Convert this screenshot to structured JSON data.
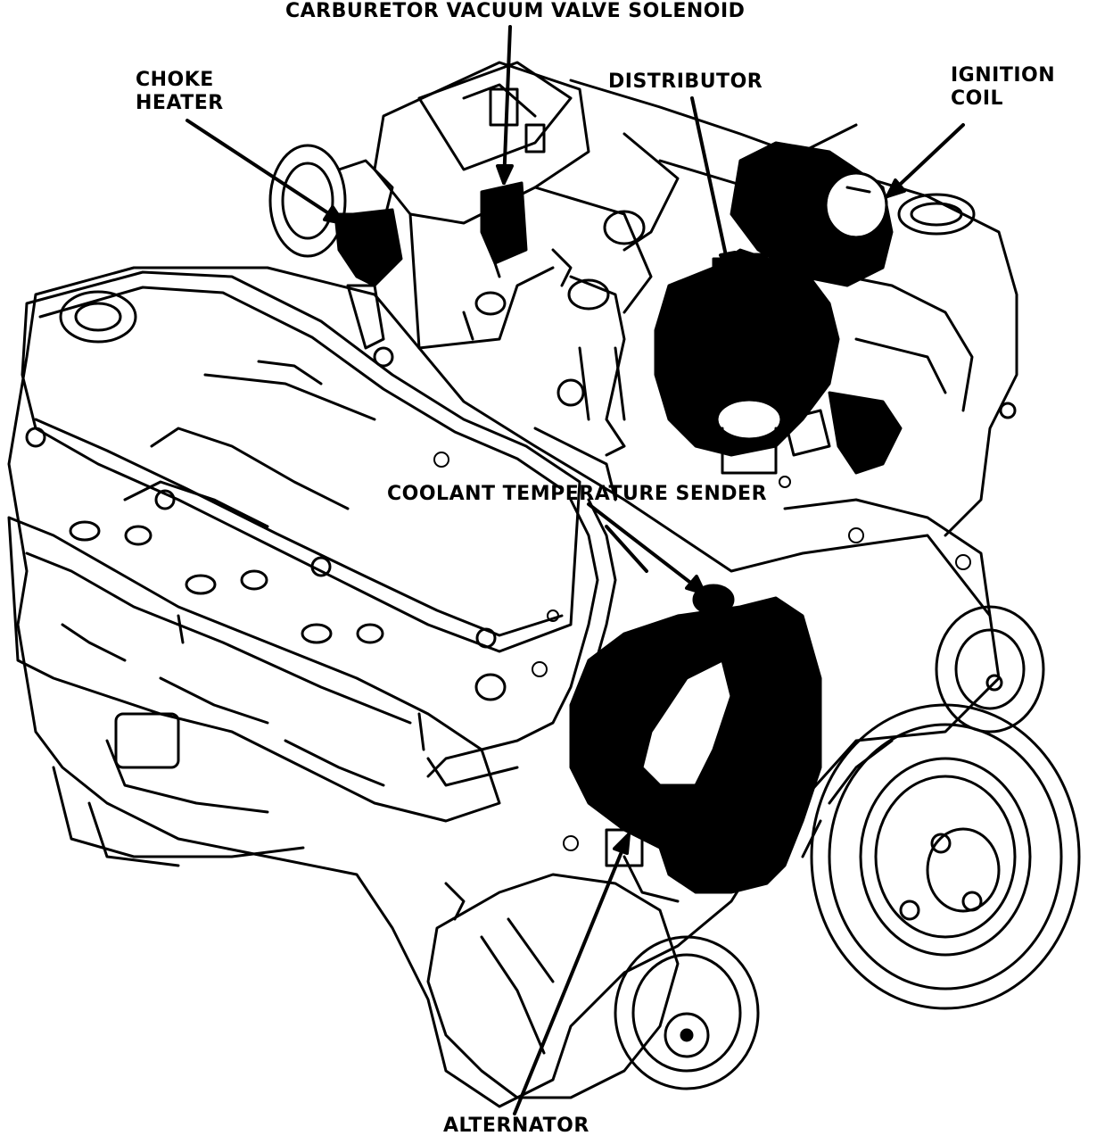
{
  "labels": {
    "carburetor_vacuum_valve_solenoid": "CARBURETOR VACUUM VALVE SOLENOID",
    "choke_heater_line1": "CHOKE",
    "choke_heater_line2": "HEATER",
    "distributor": "DISTRIBUTOR",
    "ignition_coil_line1": "IGNITION",
    "ignition_coil_line2": "COIL",
    "coolant_temperature_sender": "COOLANT TEMPERATURE SENDER",
    "alternator": "ALTERNATOR"
  }
}
